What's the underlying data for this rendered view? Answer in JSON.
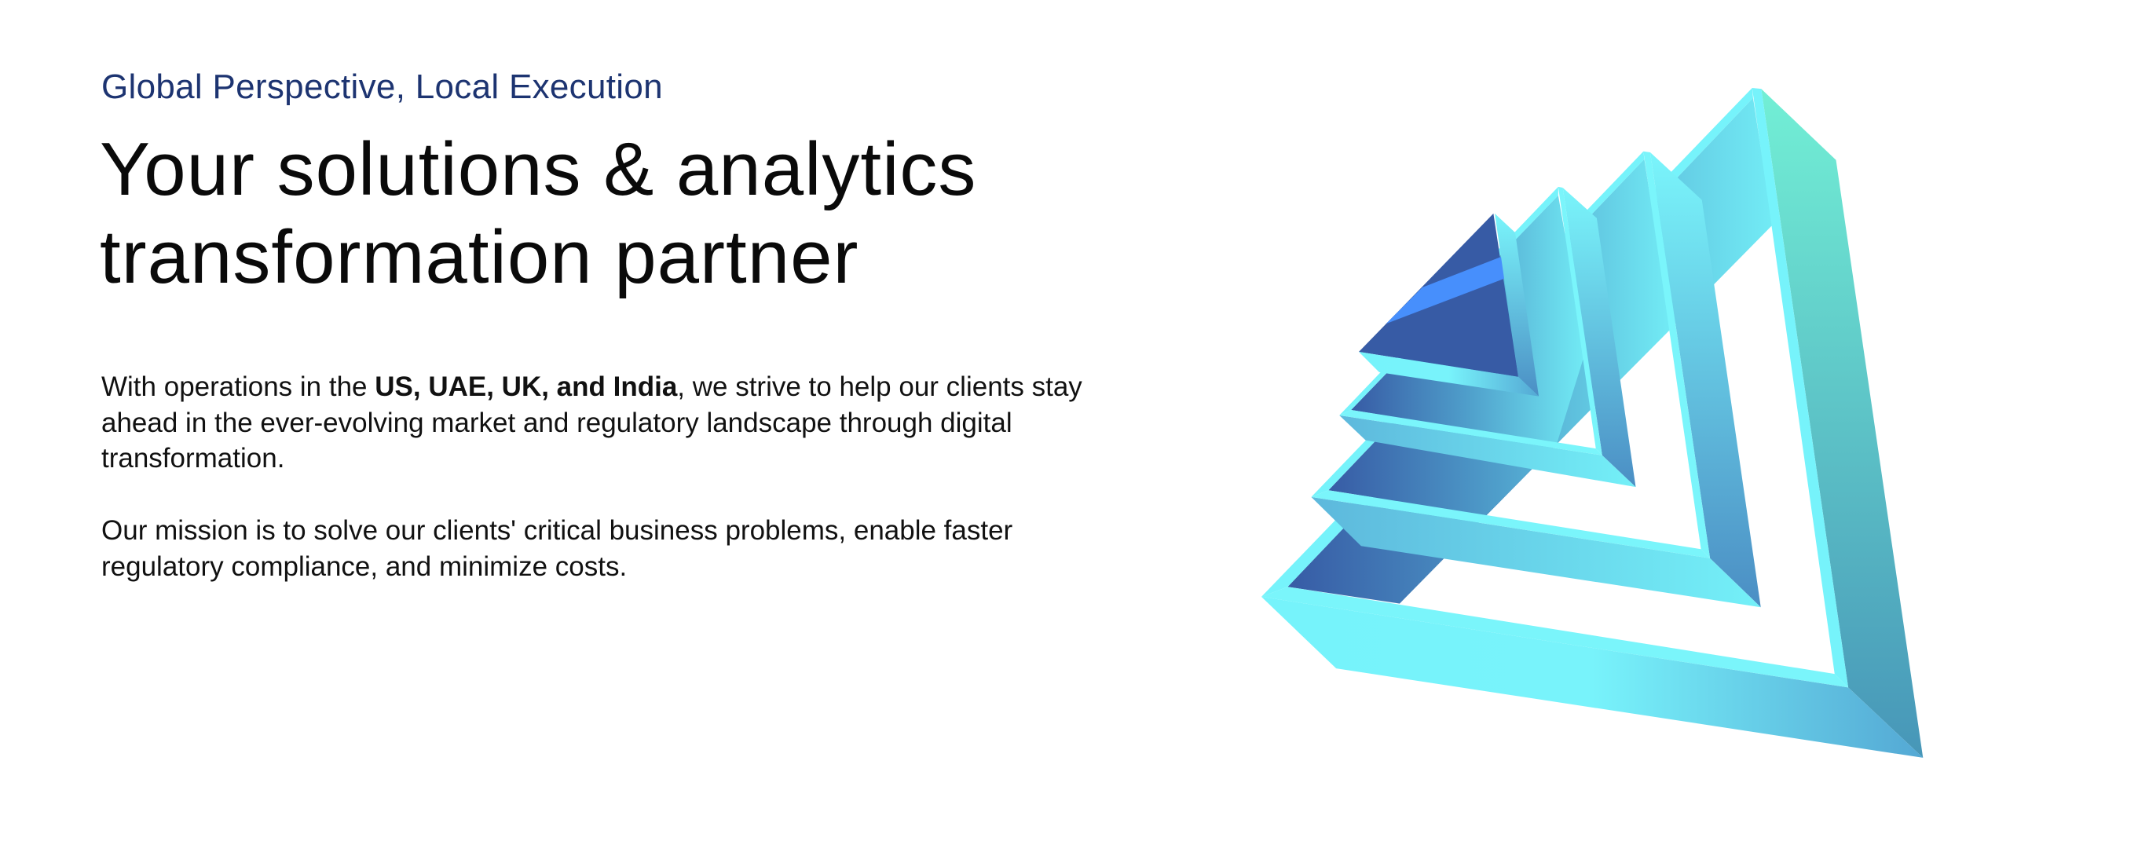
{
  "hero": {
    "eyebrow": "Global Perspective, Local Execution",
    "title_line1": "Your solutions & analytics",
    "title_line2": "transformation partner",
    "paragraph1": {
      "before": "With operations in the ",
      "bold": "US, UAE, UK, and India",
      "after": ", we strive to help our clients stay ahead in the ever-evolving market and regulatory landscape through digital transformation."
    },
    "paragraph2": "Our mission is to solve our clients' critical business problems, enable faster regulatory compliance, and minimize costs."
  },
  "colors": {
    "eyebrow": "#1d3471",
    "cyan": "#76f3fb",
    "dark_blue": "#375ba5",
    "accent_blue": "#478ffc",
    "teal": "#72efd5"
  }
}
